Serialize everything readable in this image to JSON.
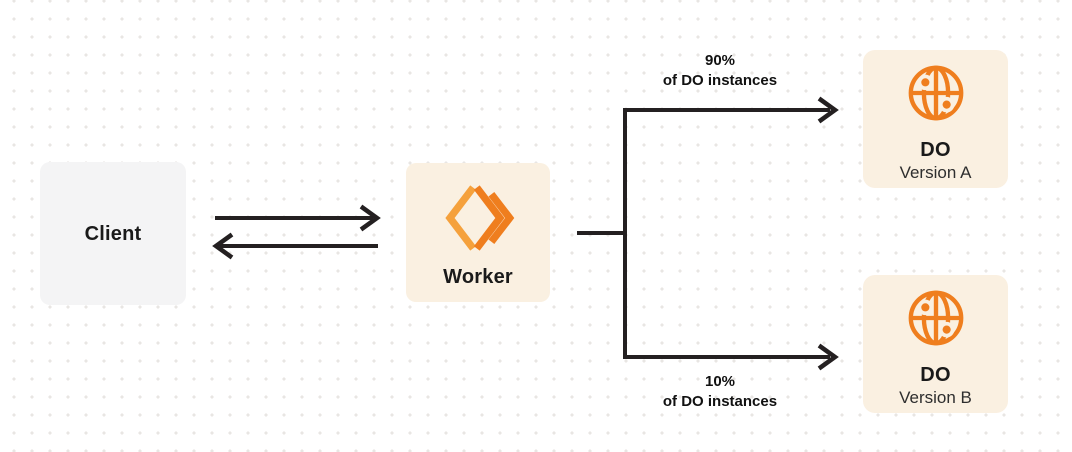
{
  "diagram": {
    "client": {
      "label": "Client"
    },
    "worker": {
      "label": "Worker",
      "icon": "cloudflare-workers-icon"
    },
    "branches": {
      "top": {
        "percent": "90%",
        "caption": "of DO instances"
      },
      "bottom": {
        "percent": "10%",
        "caption": "of DO instances"
      }
    },
    "do_version_a": {
      "title": "DO",
      "subtitle": "Version A",
      "icon": "durable-object-globe-icon"
    },
    "do_version_b": {
      "title": "DO",
      "subtitle": "Version B",
      "icon": "durable-object-globe-icon"
    },
    "colors": {
      "accent_orange": "#ef7e1e",
      "accent_orange_light": "#f5a13c",
      "card_cream": "#faf0e1",
      "card_gray": "#f4f4f5",
      "line_dark": "#242021",
      "text_dark": "#1a1a1a",
      "dot_grid": "#e8e6e3"
    }
  }
}
